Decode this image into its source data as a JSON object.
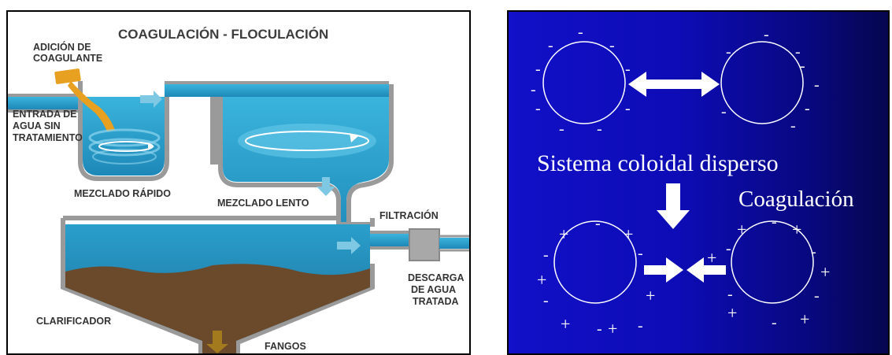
{
  "left": {
    "title": "COAGULACIÓN - FLOCULACIÓN",
    "labels": {
      "coagulant_1": "ADICIÓN DE",
      "coagulant_2": "COAGULANTE",
      "inlet_1": "ENTRADA DE",
      "inlet_2": "AGUA SIN",
      "inlet_3": "TRATAMIENTO",
      "rapid_mix": "MEZCLADO RÁPIDO",
      "slow_mix": "MEZCLADO LENTO",
      "filtration": "FILTRACIÓN",
      "discharge_1": "DESCARGA",
      "discharge_2": "DE AGUA",
      "discharge_3": "TRATADA",
      "clarifier": "CLARIFICADOR",
      "sludge": "FANGOS"
    },
    "colors": {
      "tank_border": "#9a9a9a",
      "water": "#3fb1d6",
      "sludge": "#6b4a2b",
      "coagulant": "#e8a020"
    }
  },
  "right": {
    "dispersed_label": "Sistema coloidal disperso",
    "coagulation_label": "Coagulación",
    "neg": "-",
    "pos": "+",
    "colors": {
      "background": "#1010c0",
      "foreground": "#ffffff"
    }
  }
}
